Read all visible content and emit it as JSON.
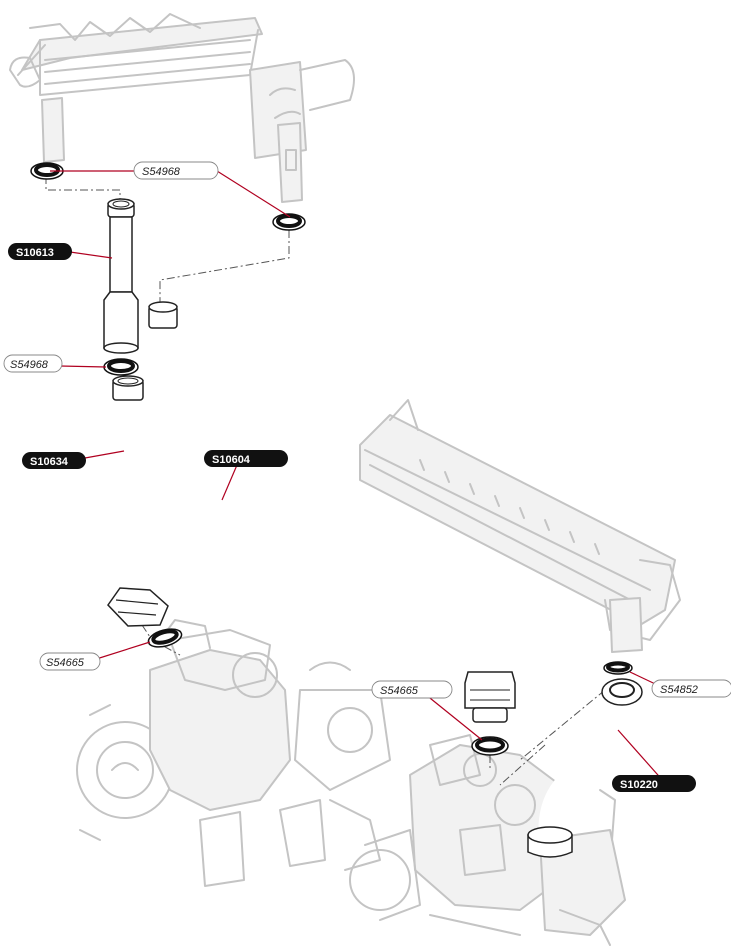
{
  "labels": {
    "washer_heat_exchanger": "S54968",
    "pipe_vertical": "S10613",
    "washer_mid": "S54968",
    "pipe_elbow": "S10634",
    "pipe_long": "S10604",
    "washer_pump": "S54665",
    "washer_valve": "S54665",
    "washer_manifold": "S54852",
    "pipe_s_bend": "S10220"
  },
  "colors": {
    "part_number_dark": "#111111",
    "leader_line": "#b00020",
    "ghosted_assembly": "#c4c4c4"
  }
}
